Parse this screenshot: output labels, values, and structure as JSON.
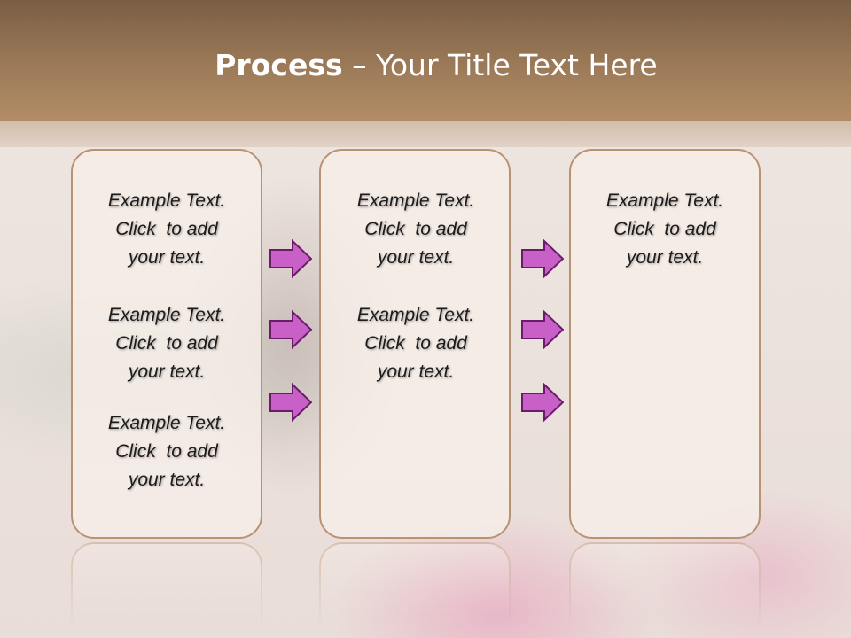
{
  "title": {
    "bold": "Process",
    "rest": " – Your Title Text Here"
  },
  "example_text": {
    "line1": "Example Text.",
    "line2": "Click  to add",
    "line3": "your text."
  },
  "colors": {
    "arrow_fill": "#c860c8",
    "arrow_stroke": "#6a1c6a",
    "box_border": "#b99274",
    "title_bar": "#9c7a58"
  }
}
